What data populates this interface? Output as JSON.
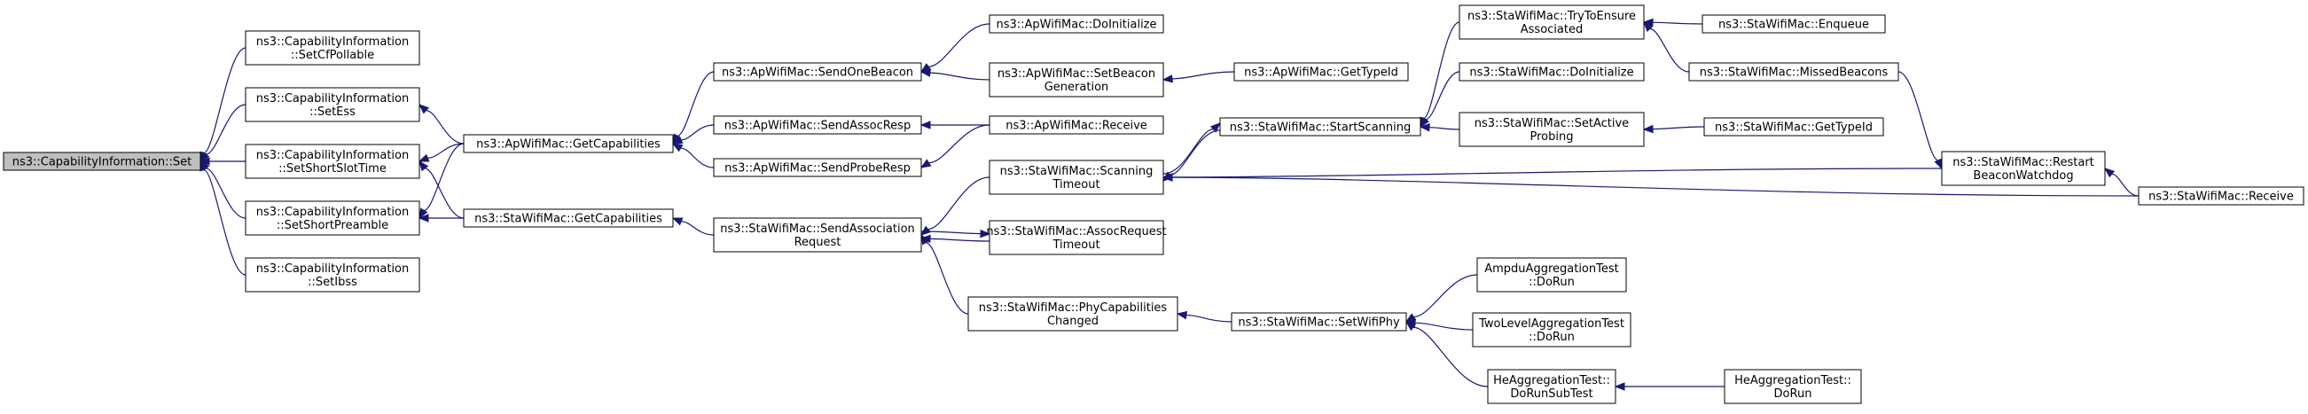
{
  "nodes": {
    "n0": [
      "ns3::CapabilityInformation::Set"
    ],
    "n1": [
      "ns3::CapabilityInformation",
      "::SetCfPollable"
    ],
    "n2": [
      "ns3::CapabilityInformation",
      "::SetEss"
    ],
    "n3": [
      "ns3::CapabilityInformation",
      "::SetShortSlotTime"
    ],
    "n4": [
      "ns3::CapabilityInformation",
      "::SetShortPreamble"
    ],
    "n5": [
      "ns3::CapabilityInformation",
      "::SetIbss"
    ],
    "n6": [
      "ns3::ApWifiMac::GetCapabilities"
    ],
    "n7": [
      "ns3::StaWifiMac::GetCapabilities"
    ],
    "n8": [
      "ns3::ApWifiMac::SendOneBeacon"
    ],
    "n9": [
      "ns3::ApWifiMac::SendAssocResp"
    ],
    "n10": [
      "ns3::ApWifiMac::SendProbeResp"
    ],
    "n11": [
      "ns3::StaWifiMac::SendAssociation",
      "Request"
    ],
    "n12": [
      "ns3::ApWifiMac::DoInitialize"
    ],
    "n13": [
      "ns3::ApWifiMac::SetBeacon",
      "Generation"
    ],
    "n14": [
      "ns3::ApWifiMac::Receive"
    ],
    "n15": [
      "ns3::StaWifiMac::Scanning",
      "Timeout"
    ],
    "n16": [
      "ns3::StaWifiMac::AssocRequest",
      "Timeout"
    ],
    "n17": [
      "ns3::StaWifiMac::PhyCapabilities",
      "Changed"
    ],
    "n18": [
      "ns3::ApWifiMac::GetTypeId"
    ],
    "n19": [
      "ns3::StaWifiMac::StartScanning"
    ],
    "n20": [
      "ns3::StaWifiMac::SetWifiPhy"
    ],
    "n21": [
      "ns3::StaWifiMac::TryToEnsure",
      "Associated"
    ],
    "n22": [
      "ns3::StaWifiMac::DoInitialize"
    ],
    "n23": [
      "ns3::StaWifiMac::SetActive",
      "Probing"
    ],
    "n24": [
      "AmpduAggregationTest",
      "::DoRun"
    ],
    "n25": [
      "TwoLevelAggregationTest",
      "::DoRun"
    ],
    "n26": [
      "HeAggregationTest::",
      "DoRunSubTest"
    ],
    "n27": [
      "ns3::StaWifiMac::Enqueue"
    ],
    "n28": [
      "ns3::StaWifiMac::MissedBeacons"
    ],
    "n29": [
      "ns3::StaWifiMac::GetTypeId"
    ],
    "n30": [
      "ns3::StaWifiMac::Restart",
      "BeaconWatchdog"
    ],
    "n31": [
      "HeAggregationTest::",
      "DoRun"
    ],
    "n32": [
      "ns3::StaWifiMac::Receive"
    ]
  },
  "edges": [
    [
      "n1",
      "n0"
    ],
    [
      "n2",
      "n0"
    ],
    [
      "n3",
      "n0"
    ],
    [
      "n4",
      "n0"
    ],
    [
      "n5",
      "n0"
    ],
    [
      "n6",
      "n2"
    ],
    [
      "n6",
      "n3"
    ],
    [
      "n6",
      "n4"
    ],
    [
      "n7",
      "n3"
    ],
    [
      "n7",
      "n4"
    ],
    [
      "n8",
      "n6"
    ],
    [
      "n9",
      "n6"
    ],
    [
      "n10",
      "n6"
    ],
    [
      "n11",
      "n7"
    ],
    [
      "n12",
      "n8"
    ],
    [
      "n13",
      "n8"
    ],
    [
      "n14",
      "n9"
    ],
    [
      "n14",
      "n10"
    ],
    [
      "n15",
      "n11"
    ],
    [
      "n16",
      "n11"
    ],
    [
      "n17",
      "n11"
    ],
    [
      "n11",
      "n16"
    ],
    [
      "n18",
      "n13"
    ],
    [
      "n19",
      "n15"
    ],
    [
      "n15",
      "n19"
    ],
    [
      "n30",
      "n15"
    ],
    [
      "n32",
      "n15"
    ],
    [
      "n20",
      "n17"
    ],
    [
      "n21",
      "n19"
    ],
    [
      "n22",
      "n19"
    ],
    [
      "n23",
      "n19"
    ],
    [
      "n24",
      "n20"
    ],
    [
      "n25",
      "n20"
    ],
    [
      "n26",
      "n20"
    ],
    [
      "n27",
      "n21"
    ],
    [
      "n28",
      "n21"
    ],
    [
      "n29",
      "n23"
    ],
    [
      "n28",
      "n30"
    ],
    [
      "n32",
      "n30"
    ],
    [
      "n31",
      "n26"
    ]
  ]
}
